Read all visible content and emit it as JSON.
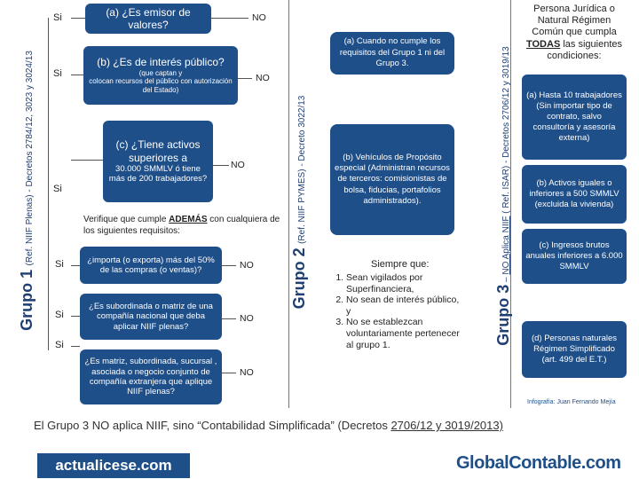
{
  "group1": {
    "label": "Grupo 1",
    "sub": "(Ref. NIIF Plenas) - Decretos 2784/12, 3023 y 3024/13",
    "q_a": "(a) ¿Es emisor de valores?",
    "q_b_title": "(b) ¿Es de interés público?",
    "q_b_note1": "(que captan y",
    "q_b_note2": "colocan recursos del público con autorización del Estado)",
    "q_c_title": "(c) ¿Tiene activos superiores a",
    "q_c_body": "30.000 SMMLV ó tiene más de 200 trabajadores?",
    "verify_pre": "Verifique que cumple ",
    "verify_bold": "ADEMÁS",
    "verify_post": " con cualquiera de los siguientes requisitos:",
    "r1": "¿importa (o exporta) más del 50% de las compras (o ventas)?",
    "r2": "¿Es subordinada o matriz de una compañía nacional que deba aplicar NIIF plenas?",
    "r3": "¿Es matriz, subordinada, sucursal , asociada o negocio conjunto de compañía extranjera que aplique NIIF plenas?",
    "si": "Si",
    "no": "NO"
  },
  "group2": {
    "label": "Grupo 2",
    "sub": "(Ref. NIIF PYMES) - Decreto 3022/13",
    "box_a": "(a) Cuando no cumple los requisitos del Grupo 1 ni del Grupo 3.",
    "box_b": "(b) Vehículos de Propósito especial (Administran recursos de terceros: comisionistas de bolsa, fiducias, portafolios administrados).",
    "always": "Siempre que:",
    "conditions": [
      "Sean vigilados por Superfinanciera,",
      "No sean de interés público, y",
      "No se establezcan voluntariamente pertenecer al grupo 1."
    ]
  },
  "group3": {
    "label": "Grupo 3",
    "sub_pre": " – ",
    "sub_underline": "NO Aplica NIIF",
    "sub_post": " ( Ref. ISAR) - Decretos 2706/12 y 3019/13",
    "head_pre": "Persona Jurídica o Natural Régimen Común que cumpla ",
    "head_bold": "TODAS",
    "head_post": " las siguientes condiciones:",
    "c_a": "(a) Hasta 10 trabajadores (Sin importar tipo de contrato, salvo consultoría y asesoría externa)",
    "c_b": "(b) Activos iguales o inferiores a 500 SMMLV (excluida la vivienda)",
    "c_c": "(c) Ingresos brutos anuales inferiores a 6.000 SMMLV",
    "c_d": "(d) Personas naturales Régimen Simplificado (art. 499 del E.T.)",
    "credit": "Infografía: Juan Fernando Mejía"
  },
  "footer": {
    "text_pre": "El Grupo 3 NO aplica NIIF, sino “Contabilidad Simplificada” (Decretos ",
    "text_u": "2706/12 y 3019/2013)",
    "logo_left": "actualicese.com",
    "logo_right_1": "Global",
    "logo_right_2": "Contable.com"
  },
  "colors": {
    "accent": "#1f4f89",
    "label": "#1f3f73"
  }
}
